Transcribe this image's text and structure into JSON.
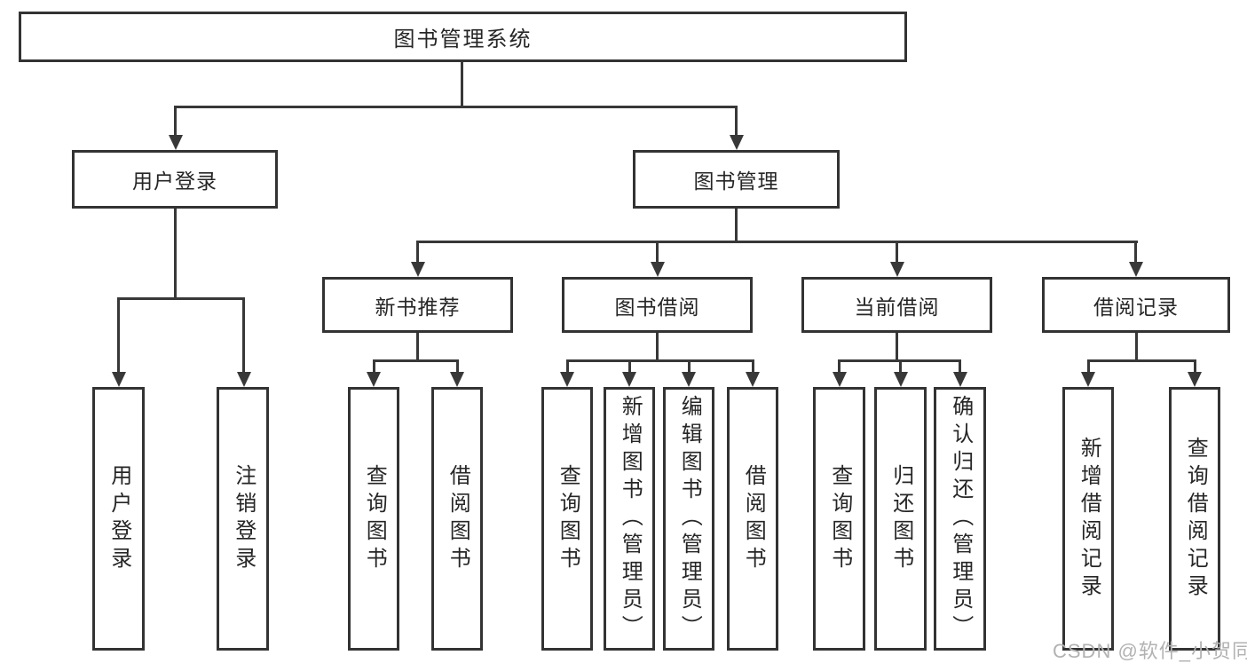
{
  "diagram": {
    "root": {
      "label": "图书管理系统"
    },
    "level2": [
      {
        "id": "user-login",
        "label": "用户登录"
      },
      {
        "id": "book-management",
        "label": "图书管理"
      }
    ],
    "modules": [
      {
        "id": "new-book-recommend",
        "label": "新书推荐",
        "parent": "图书管理"
      },
      {
        "id": "book-borrowing",
        "label": "图书借阅",
        "parent": "图书管理"
      },
      {
        "id": "current-borrowing",
        "label": "当前借阅",
        "parent": "图书管理"
      },
      {
        "id": "borrowing-records",
        "label": "借阅记录",
        "parent": "图书管理"
      }
    ],
    "leaves": [
      {
        "parent": "用户登录",
        "label": "用户登录"
      },
      {
        "parent": "用户登录",
        "label": "注销登录"
      },
      {
        "parent": "新书推荐",
        "label": "查询图书"
      },
      {
        "parent": "新书推荐",
        "label": "借阅图书"
      },
      {
        "parent": "图书借阅",
        "label": "查询图书"
      },
      {
        "parent": "图书借阅",
        "label": "新增图书（管理员）"
      },
      {
        "parent": "图书借阅",
        "label": "编辑图书（管理员）"
      },
      {
        "parent": "图书借阅",
        "label": "借阅图书"
      },
      {
        "parent": "当前借阅",
        "label": "查询图书"
      },
      {
        "parent": "当前借阅",
        "label": "归还图书"
      },
      {
        "parent": "当前借阅",
        "label": "确认归还（管理员）"
      },
      {
        "parent": "借阅记录",
        "label": "新增借阅记录"
      },
      {
        "parent": "借阅记录",
        "label": "查询借阅记录"
      }
    ]
  },
  "watermark": {
    "text": "CSDN @软件_小贺同学",
    "color": "#b2b2b2"
  },
  "colors": {
    "line": "#383838",
    "box_border": "#333333",
    "text": "#262626",
    "background": "#ffffff"
  }
}
